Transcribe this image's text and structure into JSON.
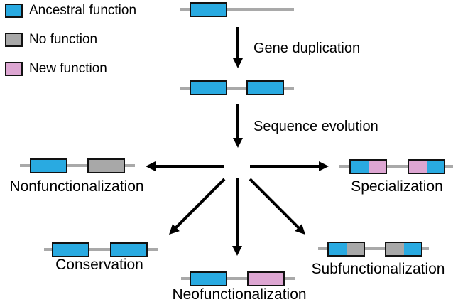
{
  "palette": {
    "ancestral": "#29aae1",
    "no_function": "#a8a8a8",
    "new_function": "#dda6d2",
    "chromosome": "#a9a9a9",
    "arrow": "#000000",
    "gene_border": "#121212"
  },
  "legend": {
    "items": [
      {
        "label": "Ancestral function",
        "key": "ancestral"
      },
      {
        "label": "No function",
        "key": "no_function"
      },
      {
        "label": "New function",
        "key": "new_function"
      }
    ]
  },
  "process": {
    "gene_duplication": "Gene duplication",
    "sequence_evolution": "Sequence evolution"
  },
  "stem": {
    "ancestral_gene": [
      "ancestral"
    ],
    "duplicated_copy1": [
      "ancestral"
    ],
    "duplicated_copy2": [
      "ancestral"
    ]
  },
  "outcomes": {
    "nonfunctionalization": {
      "label": "Nonfunctionalization",
      "copy1": [
        "ancestral"
      ],
      "copy2": [
        "no_function"
      ]
    },
    "specialization": {
      "label": "Specialization",
      "copy1": [
        "ancestral",
        "new_function"
      ],
      "copy2": [
        "new_function",
        "ancestral"
      ]
    },
    "conservation": {
      "label": "Conservation",
      "copy1": [
        "ancestral"
      ],
      "copy2": [
        "ancestral"
      ]
    },
    "neofunctionalization": {
      "label": "Neofunctionalization",
      "copy1": [
        "ancestral"
      ],
      "copy2": [
        "new_function"
      ]
    },
    "subfunctionalization": {
      "label": "Subfunctionalization",
      "copy1": [
        "ancestral",
        "no_function"
      ],
      "copy2": [
        "no_function",
        "ancestral"
      ]
    }
  }
}
